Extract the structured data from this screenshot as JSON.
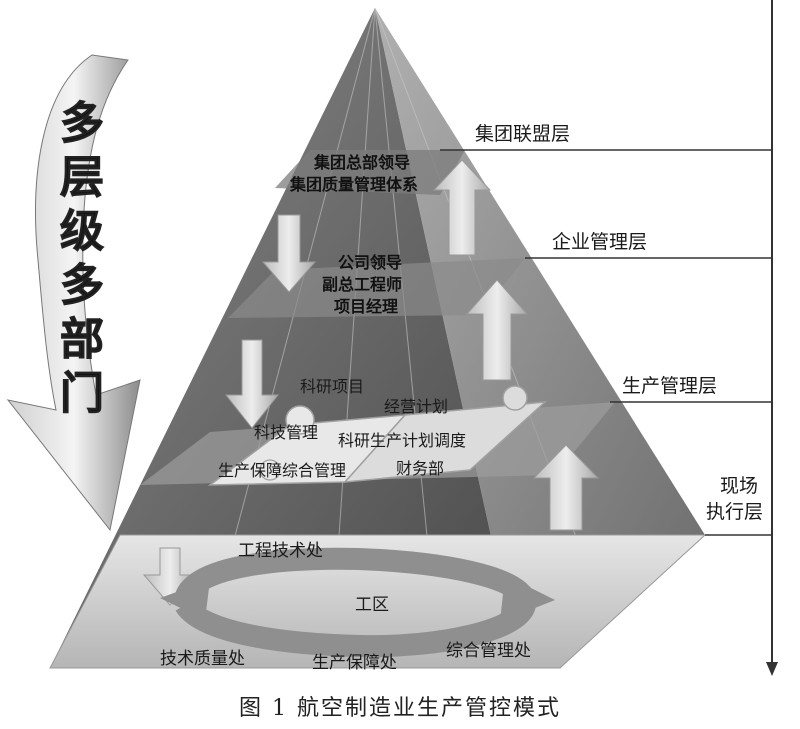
{
  "side_label": [
    "多",
    "层",
    "级",
    "多",
    "部",
    "门"
  ],
  "layers": {
    "group_alliance": "集团联盟层",
    "enterprise_mgmt": "企业管理层",
    "production_mgmt": "生产管理层",
    "site_exec_line1": "现场",
    "site_exec_line2": "执行层"
  },
  "top_box": {
    "line1": "集团总部领导",
    "line2": "集团质量管理体系"
  },
  "middle_box": {
    "line1": "公司领导",
    "line2": "副总工程师",
    "line3": "项目经理"
  },
  "puzzle": {
    "research_project": "科研项目",
    "business_plan": "经营计划",
    "tech_mgmt": "科技管理",
    "research_scheduling": "科研生产计划调度",
    "support_mgmt": "生产保障综合管理",
    "finance": "财务部"
  },
  "base": {
    "engineering": "工程技术处",
    "work_area": "工区",
    "quality": "技术质量处",
    "production_support": "生产保障处",
    "general_mgmt": "综合管理处"
  },
  "caption": "图 1    航空制造业生产管控模式",
  "colors": {
    "pyramid_dark": "#5a5a5a",
    "pyramid_light": "#9a9a9a",
    "arrow": "#dedede",
    "base": "#d6d6d6"
  }
}
